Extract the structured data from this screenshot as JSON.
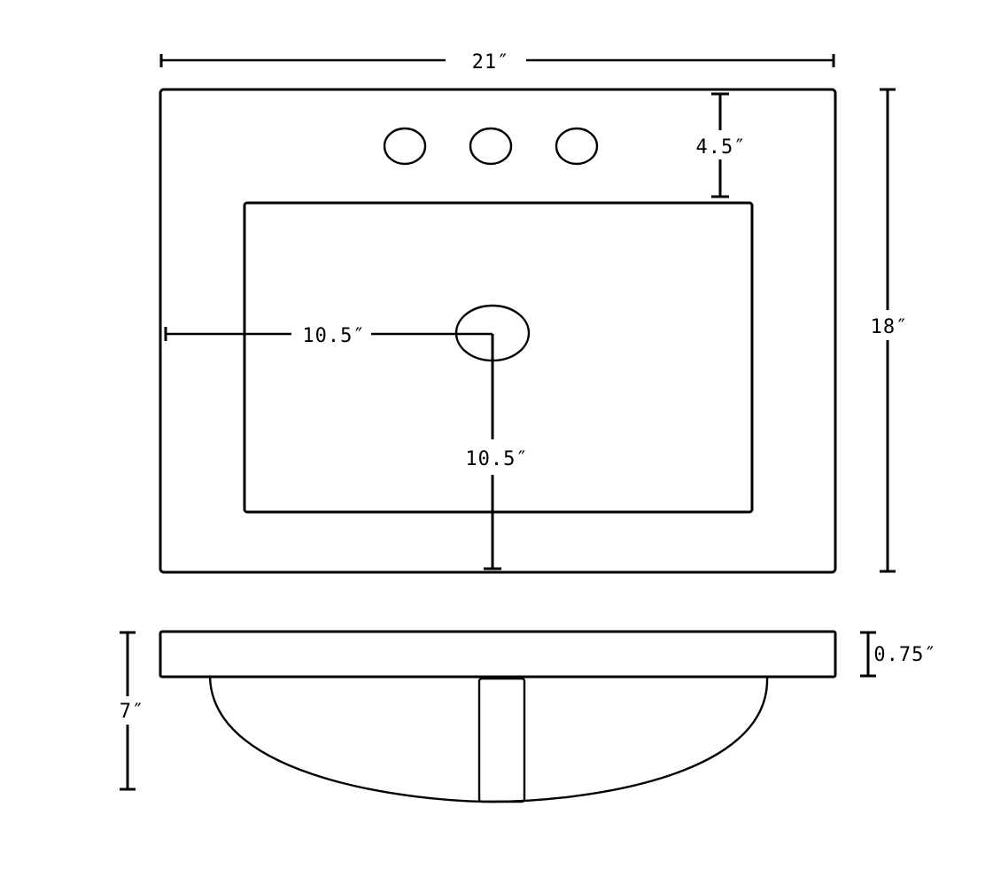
{
  "diagram": {
    "type": "sink-dimension-drawing",
    "colors": {
      "line": "#000000",
      "background": "#ffffff"
    },
    "top_view": {
      "overall_width": "21″",
      "overall_depth": "18″",
      "faucet_hole_offset": "4.5″",
      "drain_from_side": "10.5″",
      "drain_from_front": "10.5″",
      "faucet_hole_count": 3
    },
    "side_view": {
      "deck_thickness": "0.75″",
      "bowl_depth": "7″"
    }
  }
}
